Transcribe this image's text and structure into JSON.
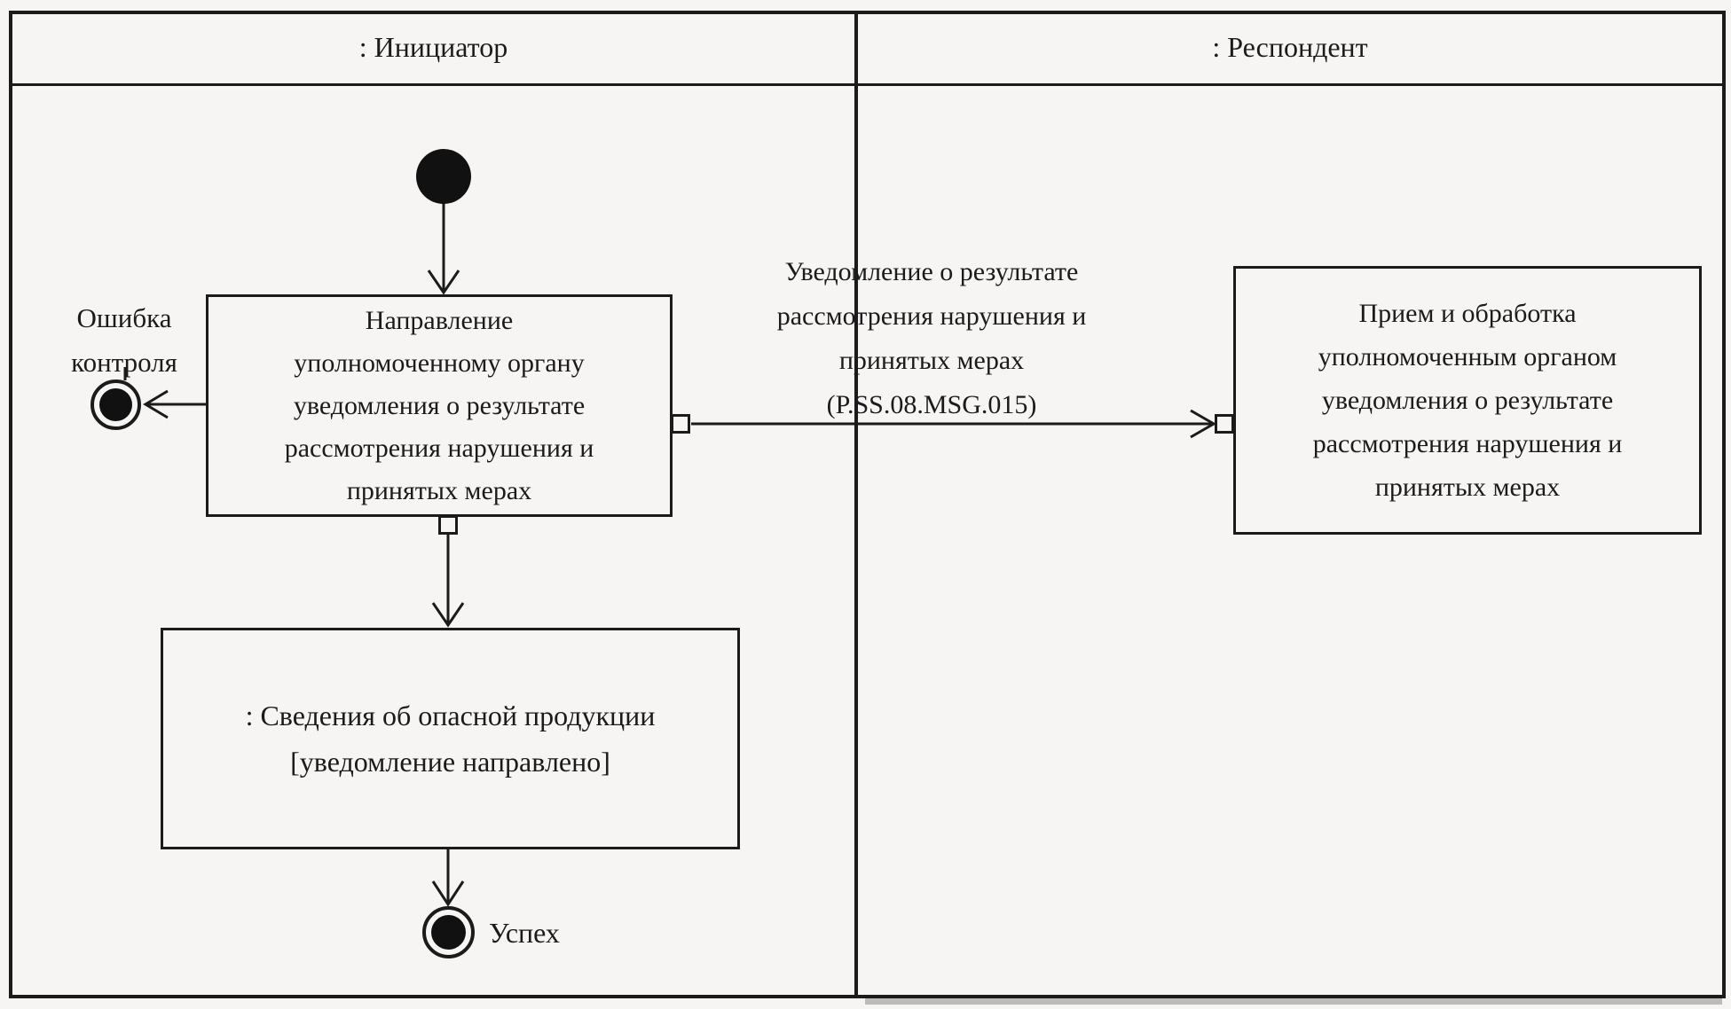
{
  "colors": {
    "ink": "#1b1b1b",
    "background": "#f6f5f3"
  },
  "lanes": [
    {
      "label": ": Инициатор"
    },
    {
      "label": ": Респондент"
    }
  ],
  "nodes": {
    "initial": {
      "type": "initial-state"
    },
    "action_send": {
      "lines": [
        "Направление",
        "уполномоченному органу",
        "уведомления о результате",
        "рассмотрения нарушения и",
        "принятых мерах"
      ]
    },
    "action_receive": {
      "lines": [
        "Прием и обработка",
        "уполномоченным органом",
        "уведомления о результате",
        "рассмотрения нарушения и",
        "принятых мерах"
      ]
    },
    "object_state": {
      "lines": [
        ": Сведения об опасной продукции",
        "[уведомление направлено]"
      ]
    },
    "error_final": {
      "label_lines": [
        "Ошибка",
        "контроля"
      ]
    },
    "success_final": {
      "label": "Успех"
    }
  },
  "edges": {
    "message": {
      "label_lines": [
        "Уведомление о результате",
        "рассмотрения нарушения и",
        "принятых мерах",
        "(P.SS.08.MSG.015)"
      ]
    }
  }
}
